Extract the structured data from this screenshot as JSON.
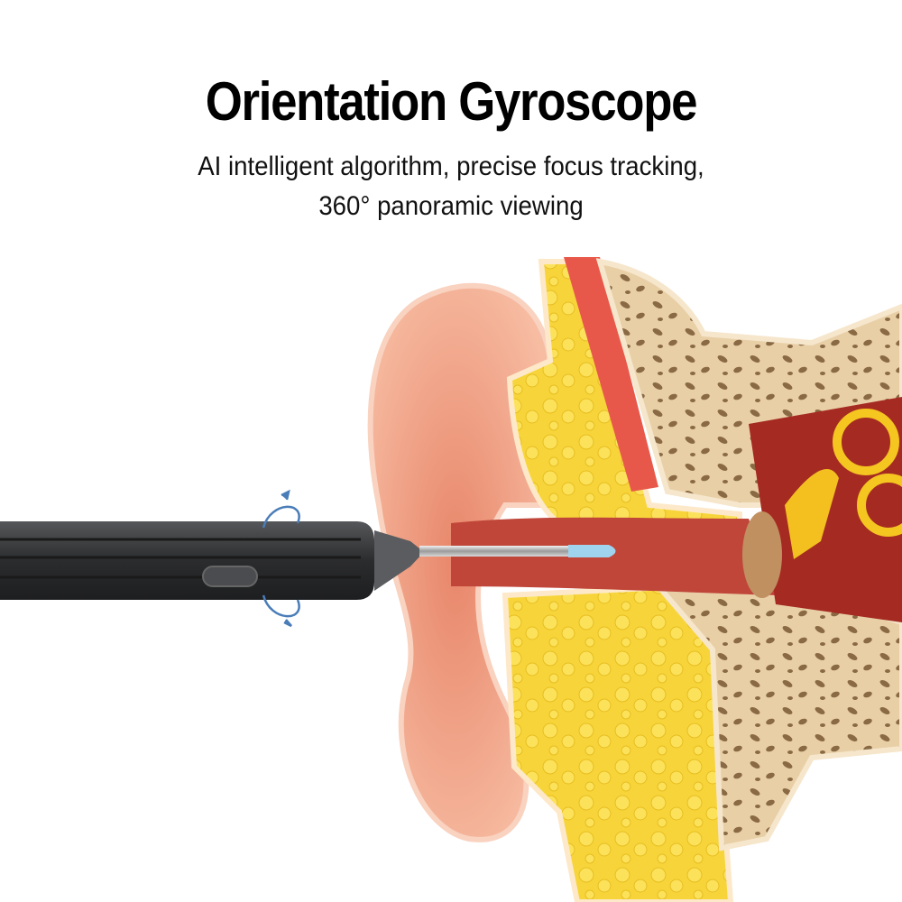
{
  "headline": "Orientation Gyroscope",
  "subtitle_line1": "AI intelligent algorithm, precise focus tracking,",
  "subtitle_line2": "360° panoramic viewing",
  "colors": {
    "skin": "#f3a78a",
    "fat": "#f7d53a",
    "bone": "#e8cfa6",
    "canal": "#b8322a",
    "device": "#3a3b3d",
    "tip": "#9fd3ee",
    "arrow": "#4a7db8"
  }
}
